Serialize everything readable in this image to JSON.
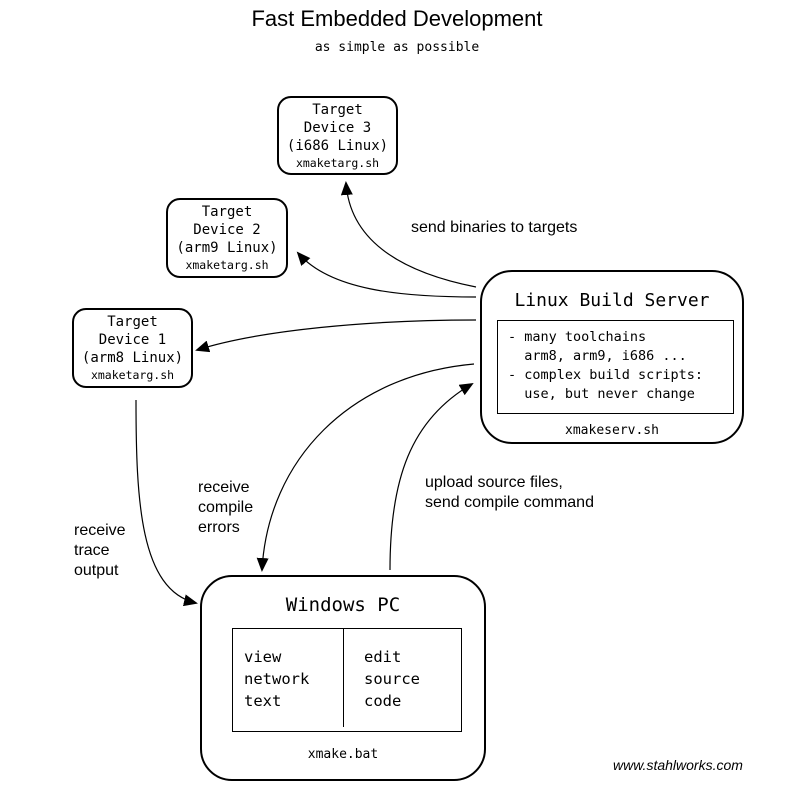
{
  "header": {
    "title": "Fast Embedded Development",
    "subtitle": "as simple as possible"
  },
  "targets": [
    {
      "line1": "Target",
      "line2": "Device 3",
      "line3": "(i686 Linux)",
      "script": "xmaketarg.sh"
    },
    {
      "line1": "Target",
      "line2": "Device 2",
      "line3": "(arm9 Linux)",
      "script": "xmaketarg.sh"
    },
    {
      "line1": "Target",
      "line2": "Device 1",
      "line3": "(arm8 Linux)",
      "script": "xmaketarg.sh"
    }
  ],
  "server": {
    "name": "Linux Build Server",
    "notes": "- many toolchains\n  arm8, arm9, i686 ...\n- complex build scripts:\n  use, but never change",
    "script": "xmakeserv.sh"
  },
  "pc": {
    "name": "Windows PC",
    "left_col": [
      "view",
      "network",
      "text"
    ],
    "right_col": [
      "edit",
      "source",
      "code"
    ],
    "script": "xmake.bat"
  },
  "edges": {
    "send_binaries": "send binaries to targets",
    "receive_trace": [
      "receive",
      "trace",
      "output"
    ],
    "receive_errors": [
      "receive",
      "compile",
      "errors"
    ],
    "upload": [
      "upload source files,",
      "send compile command"
    ]
  },
  "footer": {
    "credit": "www.stahlworks.com"
  }
}
